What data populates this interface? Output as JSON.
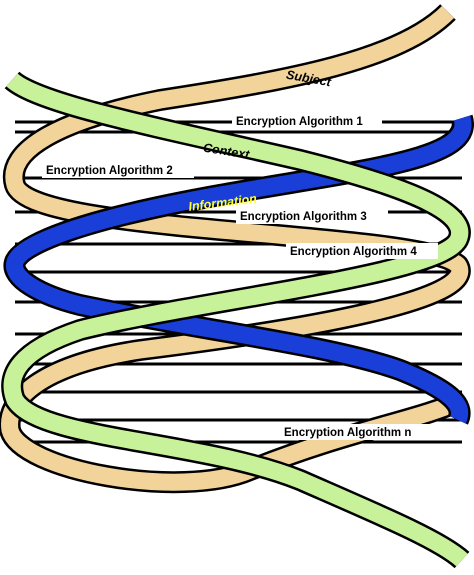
{
  "strands": {
    "subject": {
      "label": "Subject",
      "color": "#f2d49b",
      "label_color": "#000000"
    },
    "context": {
      "label": "Context",
      "color": "#c8f29a",
      "label_color": "#000000"
    },
    "information": {
      "label": "Information",
      "color": "#1a3fd8",
      "label_color": "#ffff33"
    }
  },
  "algorithms": [
    {
      "label": "Encryption Algorithm 1"
    },
    {
      "label": "Encryption Algorithm 2"
    },
    {
      "label": "Encryption Algorithm 3"
    },
    {
      "label": "Encryption Algorithm 4"
    },
    {
      "label": "Encryption Algorithm n"
    }
  ],
  "outline_color": "#000000"
}
